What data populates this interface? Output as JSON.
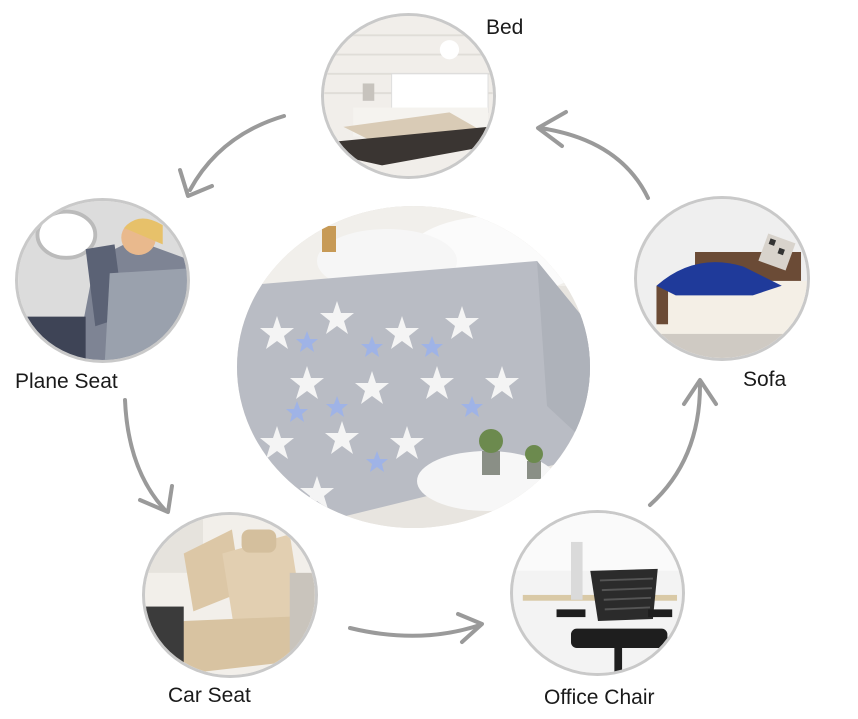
{
  "labels": {
    "bed": "Bed",
    "sofa": "Sofa",
    "plane_seat": "Plane Seat",
    "car_seat": "Car Seat",
    "office_chair": "Office Chair"
  },
  "colors": {
    "arrow": "#9a9a9a",
    "ring": "#c9c9c9",
    "blanket": "#b9bcc4",
    "star_white": "#f4f4f4",
    "star_blue": "#9fb3e6",
    "sofa_throw": "#1f3a9a"
  }
}
